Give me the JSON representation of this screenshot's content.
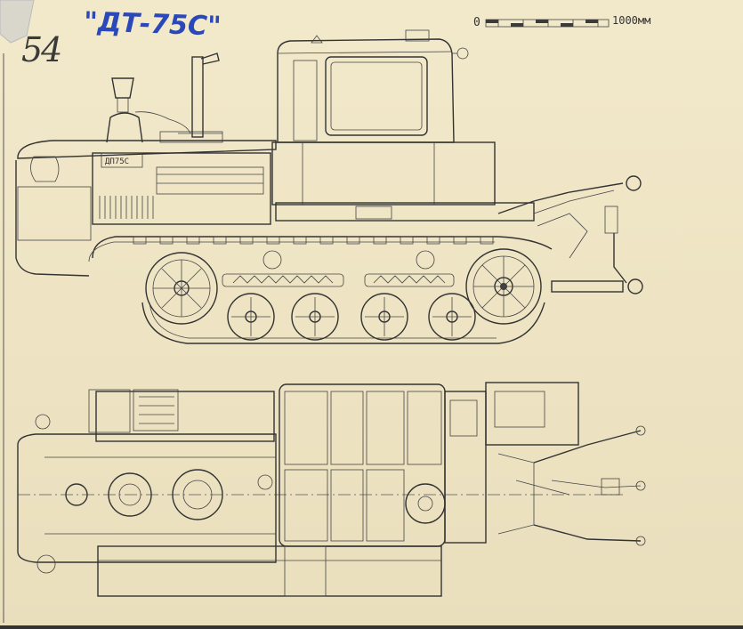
{
  "page_number": "54",
  "model_label": "\"ДТ-75С\"",
  "scale_bar": {
    "start_label": "0",
    "end_label": "1000мм"
  },
  "hood_badge": "ДП75С",
  "colors": {
    "paper": "#efe6c6",
    "ink": "#333333",
    "pen_blue": "#2a48b8"
  }
}
